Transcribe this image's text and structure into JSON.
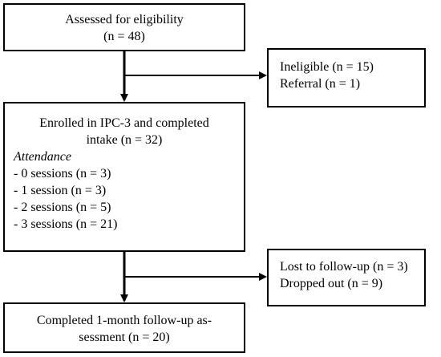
{
  "boxes": {
    "assessed": {
      "line1": "Assessed for eligibility",
      "line2": "(n = 48)"
    },
    "ineligible": {
      "line1": "Ineligible (n = 15)",
      "line2": "Referral (n = 1)"
    },
    "enrolled": {
      "line1": "Enrolled in IPC-3 and completed",
      "line2": "intake (n = 32)",
      "attendance_heading": "Attendance",
      "attendance": [
        "- 0 sessions (n = 3)",
        "- 1 session (n = 3)",
        "- 2 sessions (n = 5)",
        "- 3 sessions (n = 21)"
      ]
    },
    "lost": {
      "line1": "Lost to follow-up (n = 3)",
      "line2": "Dropped out (n = 9)"
    },
    "completed": {
      "line1": "Completed 1-month follow-up as-",
      "line2": "sessment (n = 20)"
    }
  }
}
